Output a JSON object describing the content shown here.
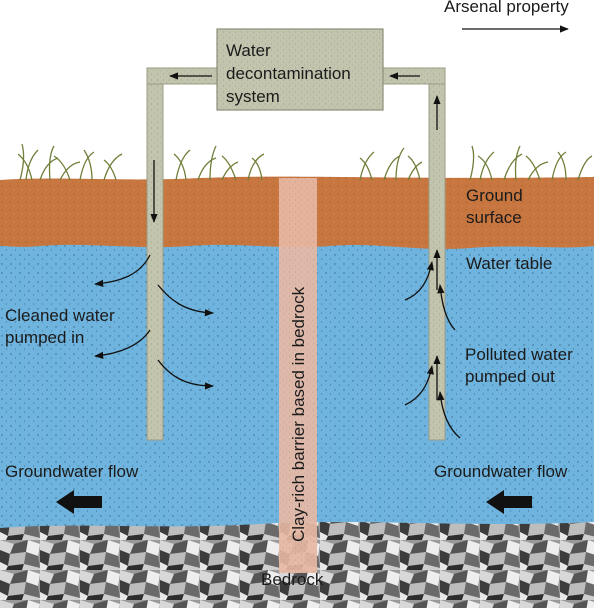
{
  "title_strip": {
    "property_label": "Arsenal property"
  },
  "treatment_box": {
    "line1": "Water",
    "line2": "decontamination",
    "line3": "system"
  },
  "labels": {
    "ground_surface_1": "Ground",
    "ground_surface_2": "surface",
    "water_table": "Water table",
    "cleaned_1": "Cleaned water",
    "cleaned_2": "pumped in",
    "polluted_1": "Polluted water",
    "polluted_2": "pumped out",
    "flow_left": "Groundwater flow",
    "flow_right": "Groundwater flow",
    "barrier": "Clay-rich barrier based in bedrock",
    "bedrock": "Bedrock"
  },
  "colors": {
    "sky": "#ffffff",
    "soil": "#c7763f",
    "groundwater": "#6fb4de",
    "bedrock": "#8a8a8a",
    "pipe": "#c2c4ae",
    "box": "#c2c4ae",
    "barrier": "#e7b9a4",
    "grass": "#6f7f3a"
  },
  "icons": [
    "right-arrow-icon",
    "left-block-arrow-icon",
    "down-arrow-icon",
    "up-arrow-icon"
  ]
}
